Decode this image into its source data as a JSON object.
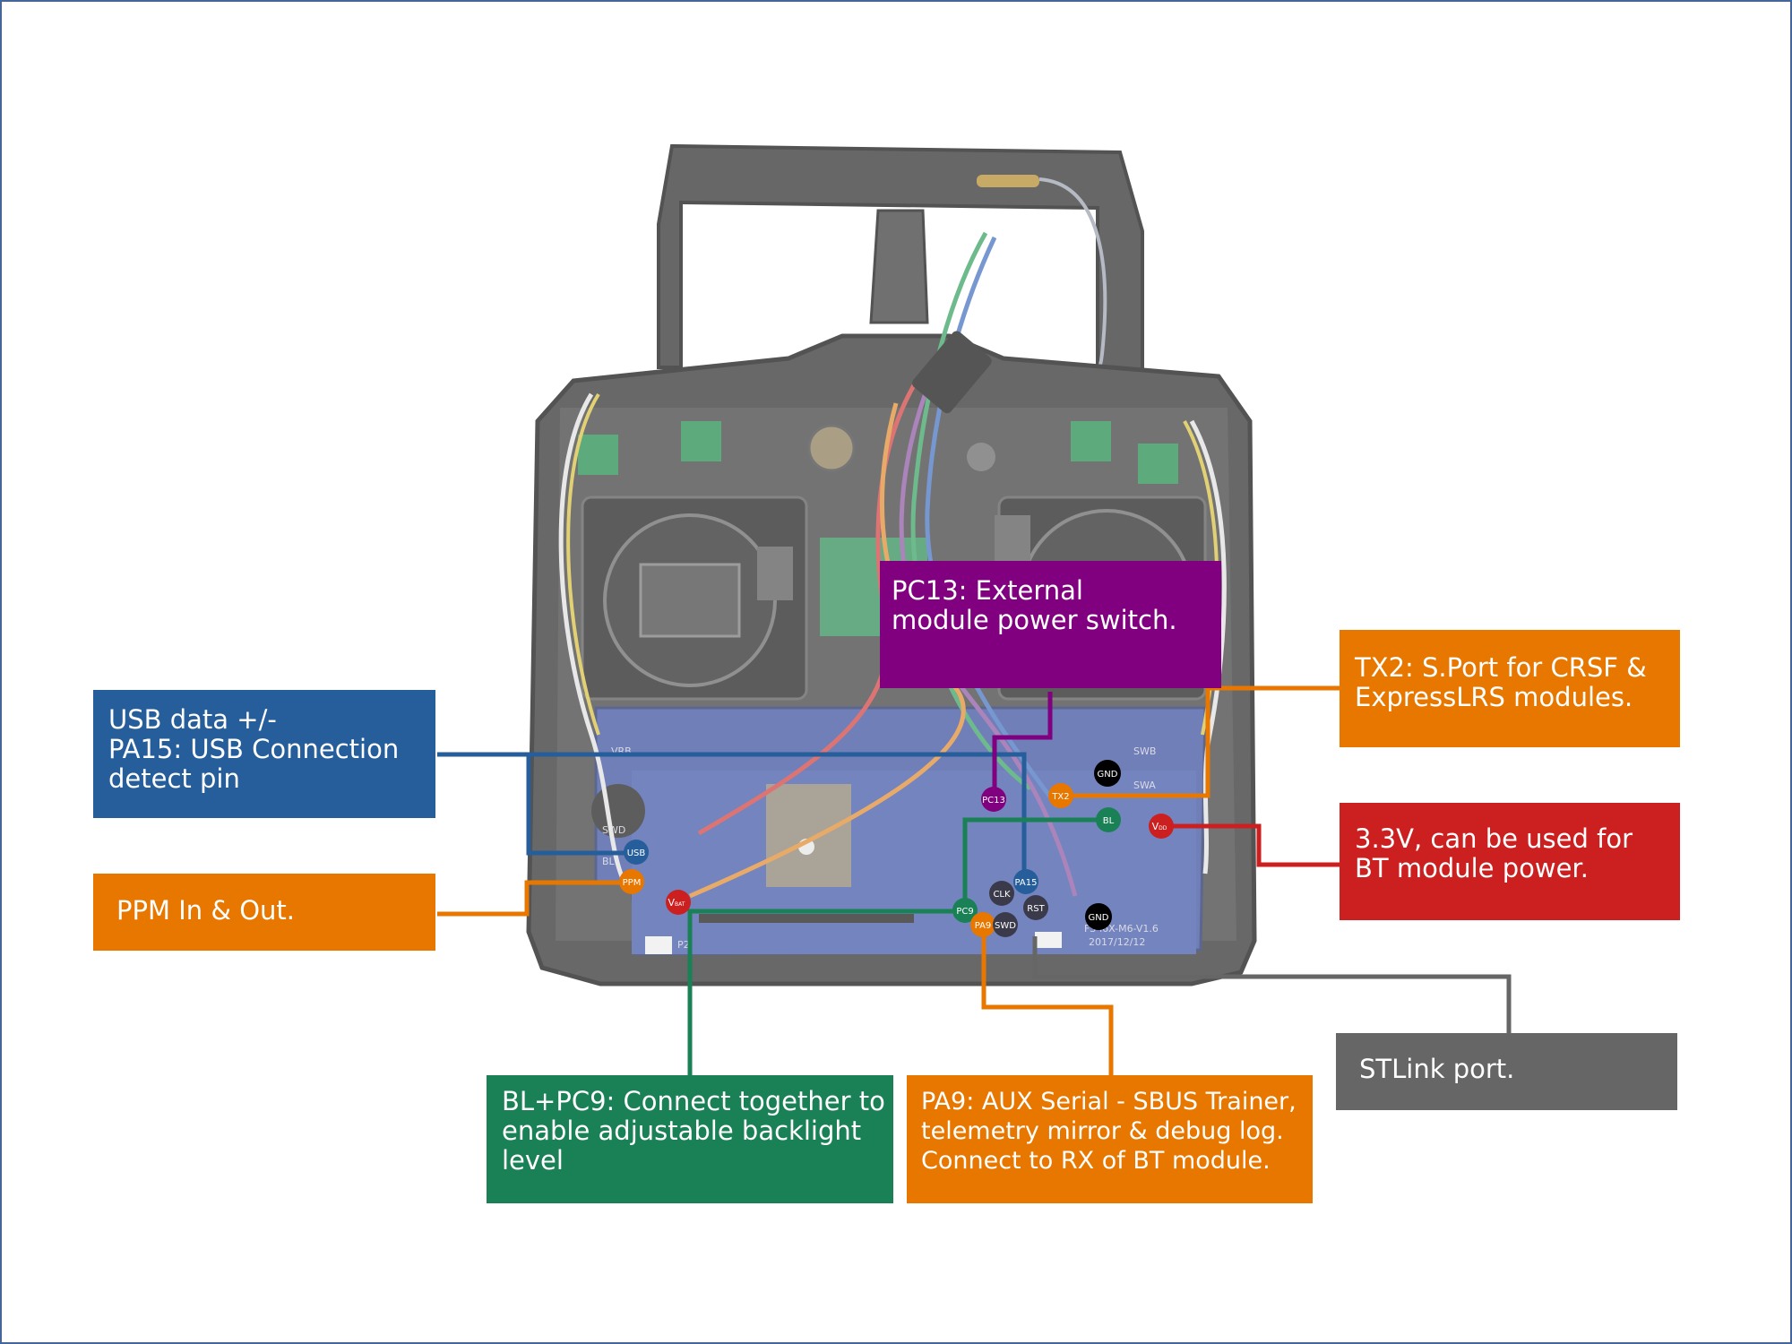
{
  "colors": {
    "blue": "#255e9a",
    "orange": "#e87700",
    "purple": "#800080",
    "red": "#cc1f1f",
    "green": "#198155",
    "gray": "#666666",
    "black": "#000000",
    "board_blue": "#3a4f9c",
    "plastic": "#2b2b2b"
  },
  "callouts": {
    "usb": {
      "lines": [
        "USB data +/-",
        "PA15: USB Connection",
        "detect pin"
      ]
    },
    "ppm": {
      "lines": [
        "PPM In & Out."
      ]
    },
    "pc13": {
      "lines": [
        "PC13: External",
        "module power switch."
      ]
    },
    "tx2": {
      "lines": [
        "TX2: S.Port for CRSF &",
        "ExpressLRS modules."
      ]
    },
    "vdd": {
      "lines": [
        "3.3V, can be used for",
        "BT module power."
      ]
    },
    "stlink": {
      "lines": [
        "STLink port."
      ]
    },
    "blpc9": {
      "lines": [
        "BL+PC9: Connect together to",
        "enable adjustable backlight",
        "level"
      ]
    },
    "pa9": {
      "lines": [
        "PA9: AUX Serial - SBUS Trainer,",
        "telemetry mirror & debug log.",
        "Connect to RX of BT module."
      ]
    }
  },
  "pins": {
    "usb": "USB",
    "ppm": "PPM",
    "vbat_main": "V",
    "vbat_sub": "BAT",
    "pc13": "PC13",
    "tx2": "TX2",
    "gnd_top": "GND",
    "bl": "BL",
    "vdd_main": "V",
    "vdd_sub": "DD",
    "clk": "CLK",
    "pa15": "PA15",
    "pc9": "PC9",
    "pa9": "PA9",
    "swd": "SWD",
    "rst": "RST",
    "gnd_bottom": "GND"
  },
  "board_text": {
    "silk_model": "FS-i6X-M6-V1.6",
    "silk_date": "2017/12/12",
    "silk_swb": "SWB",
    "silk_swa": "SWA",
    "silk_vrb": "VRB",
    "silk_swd": "SWD",
    "silk_bl": "BL",
    "silk_p2": "P2"
  }
}
